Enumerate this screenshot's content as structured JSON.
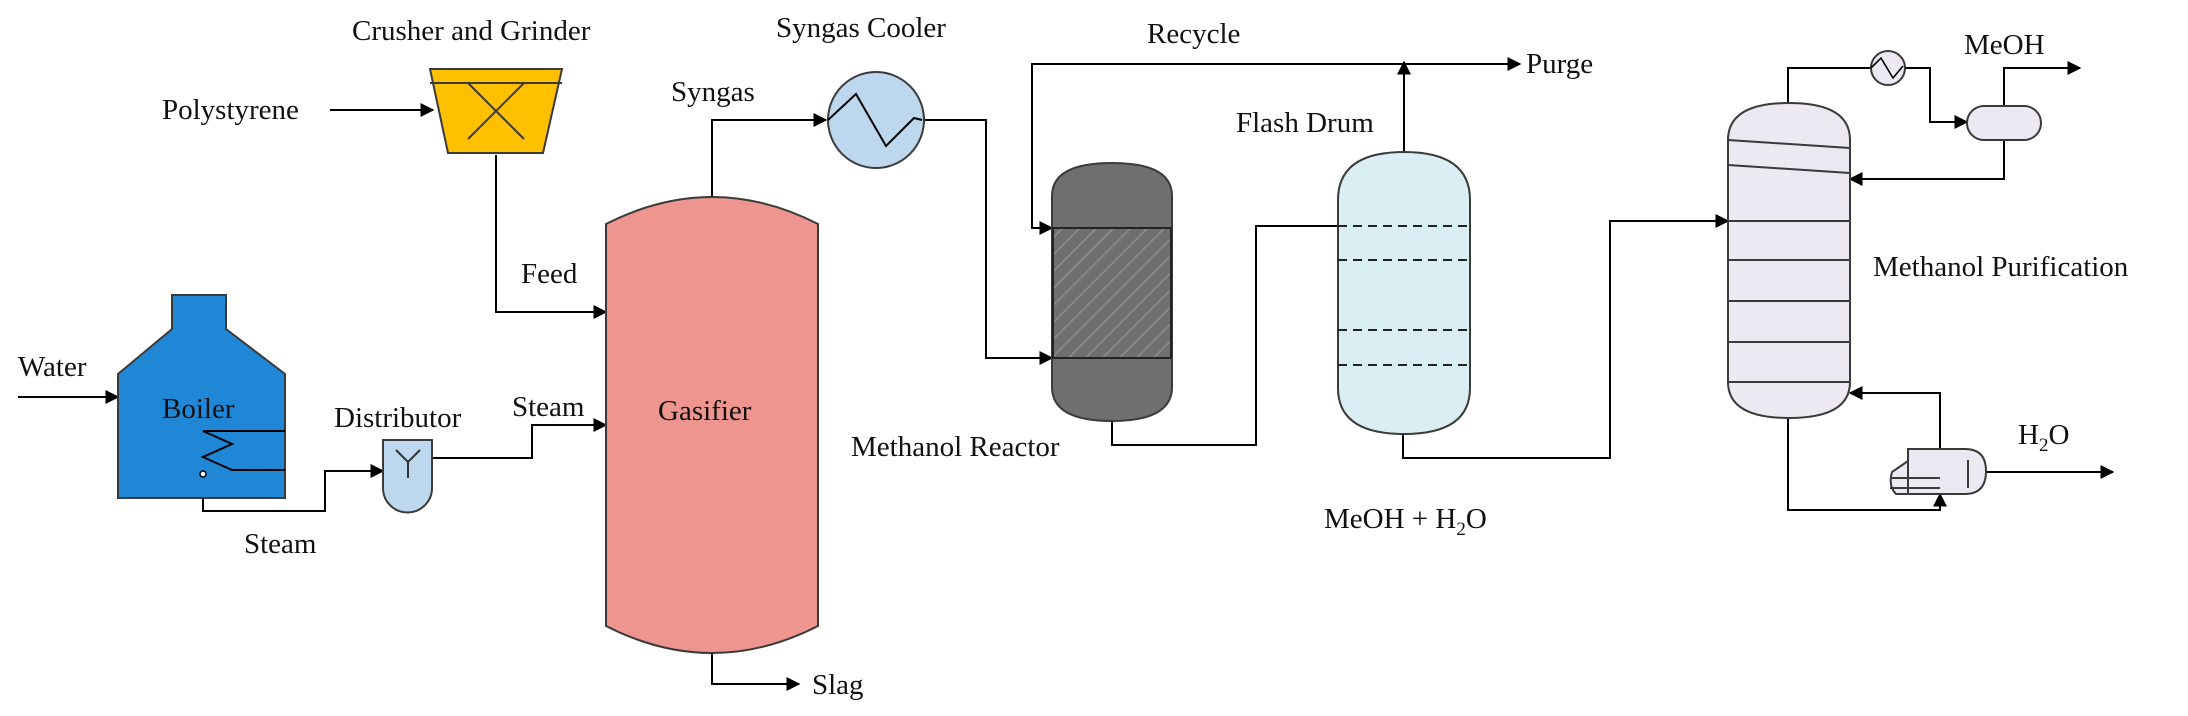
{
  "labels": {
    "crusher": "Crusher and Grinder",
    "polystyrene": "Polystyrene",
    "feed": "Feed",
    "water": "Water",
    "boiler": "Boiler",
    "steam_boiler": "Steam",
    "distributor": "Distributor",
    "steam_gasifier": "Steam",
    "gasifier": "Gasifier",
    "slag": "Slag",
    "syngas": "Syngas",
    "syngas_cooler": "Syngas Cooler",
    "recycle": "Recycle",
    "purge": "Purge",
    "methanol_reactor": "Methanol Reactor",
    "flash_drum": "Flash Drum",
    "meoh_h2o_prefix": "MeOH + H",
    "meoh_h2o_sub": "2",
    "meoh_h2o_suffix": "O",
    "meoh": "MeOH",
    "methanol_purification": "Methanol Purification",
    "h2o_prefix": "H",
    "h2o_sub": "2",
    "h2o_suffix": "O"
  },
  "colors": {
    "crusher": "#ffc000",
    "boiler": "#1f87d6",
    "distributor": "#bdd7ee",
    "gasifier": "#ee958f",
    "cooler": "#bdd7ee",
    "reactor": "#6f6f6f",
    "flash_drum": "#d9eff3",
    "column": "#ece9f3",
    "small_units": "#ece9f3"
  }
}
